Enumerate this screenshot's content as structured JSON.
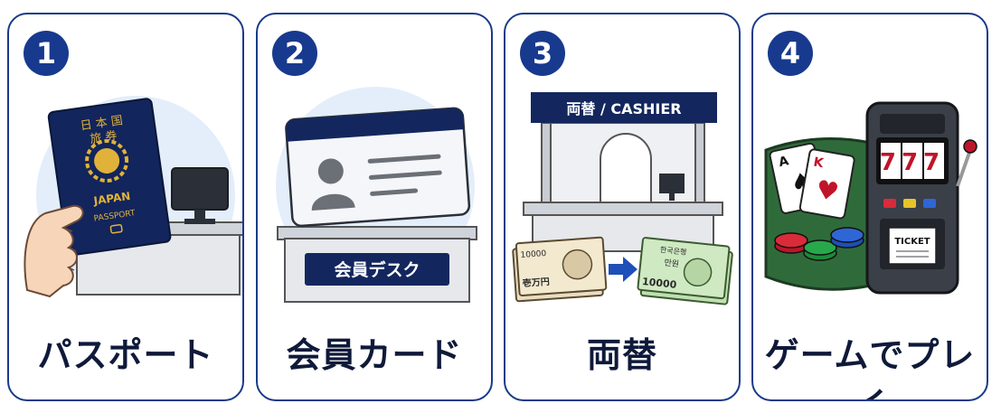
{
  "steps": [
    {
      "number": "1",
      "caption": "パスポート",
      "passport": {
        "line1": "日 本 国",
        "line2": "旅  券",
        "country": "JAPAN",
        "type": "PASSPORT"
      }
    },
    {
      "number": "2",
      "caption": "会員カード",
      "desk_sign": "会員デスク"
    },
    {
      "number": "3",
      "caption": "両替",
      "booth_sign": "両替 / CASHIER",
      "yen_note": {
        "amount": "10000",
        "label": "壱万円"
      },
      "won_note": {
        "bank": "한국은행",
        "label": "만원",
        "amount": "10000"
      }
    },
    {
      "number": "4",
      "caption": "ゲームでプレイ",
      "slot_display": "777",
      "ticket": "TICKET"
    }
  ]
}
